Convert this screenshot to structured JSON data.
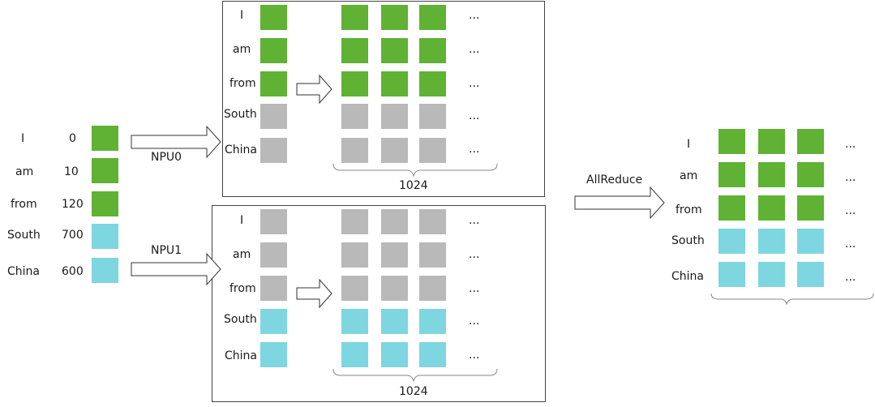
{
  "colors": {
    "green": "#5fb233",
    "gray": "#b9b9b9",
    "cyan": "#7dd6e0"
  },
  "input_table": {
    "rows": [
      {
        "word": "I",
        "index": "0",
        "color": "green"
      },
      {
        "word": "am",
        "index": "10",
        "color": "green"
      },
      {
        "word": "from",
        "index": "120",
        "color": "green"
      },
      {
        "word": "South",
        "index": "700",
        "color": "cyan"
      },
      {
        "word": "China",
        "index": "600",
        "color": "cyan"
      }
    ]
  },
  "npu0": {
    "arrow_label": "NPU0",
    "words": [
      "I",
      "am",
      "from",
      "South",
      "China"
    ],
    "row_colors": [
      "green",
      "green",
      "green",
      "gray",
      "gray"
    ],
    "ellipsis": "...",
    "width_label": "1024"
  },
  "npu1": {
    "arrow_label": "NPU1",
    "words": [
      "I",
      "am",
      "from",
      "South",
      "China"
    ],
    "row_colors": [
      "gray",
      "gray",
      "gray",
      "cyan",
      "cyan"
    ],
    "ellipsis": "...",
    "width_label": "1024"
  },
  "allreduce": {
    "arrow_label": "AllReduce",
    "words": [
      "I",
      "am",
      "from",
      "South",
      "China"
    ],
    "row_colors": [
      "green",
      "green",
      "green",
      "cyan",
      "cyan"
    ],
    "ellipsis": "..."
  }
}
